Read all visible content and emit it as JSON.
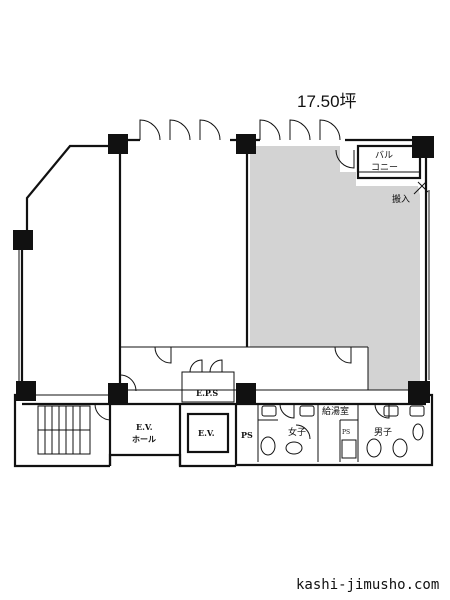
{
  "floor_plan": {
    "area_label": "17.50坪",
    "rooms": {
      "balcony": [
        "バル",
        "コニー"
      ],
      "delivery": "搬入",
      "eps": "E.P.S",
      "ev_hall": [
        "E.V.",
        "ホール"
      ],
      "ev": "E.V.",
      "ps": "PS",
      "womens_wc": "女子",
      "kitchenette": "給湯室",
      "mens_wc": "男子",
      "small_ps": "PS"
    },
    "highlight_color": "#d3d3d3",
    "line_color": "#111111"
  },
  "footer": {
    "site": "kashi-jimusho.com"
  }
}
